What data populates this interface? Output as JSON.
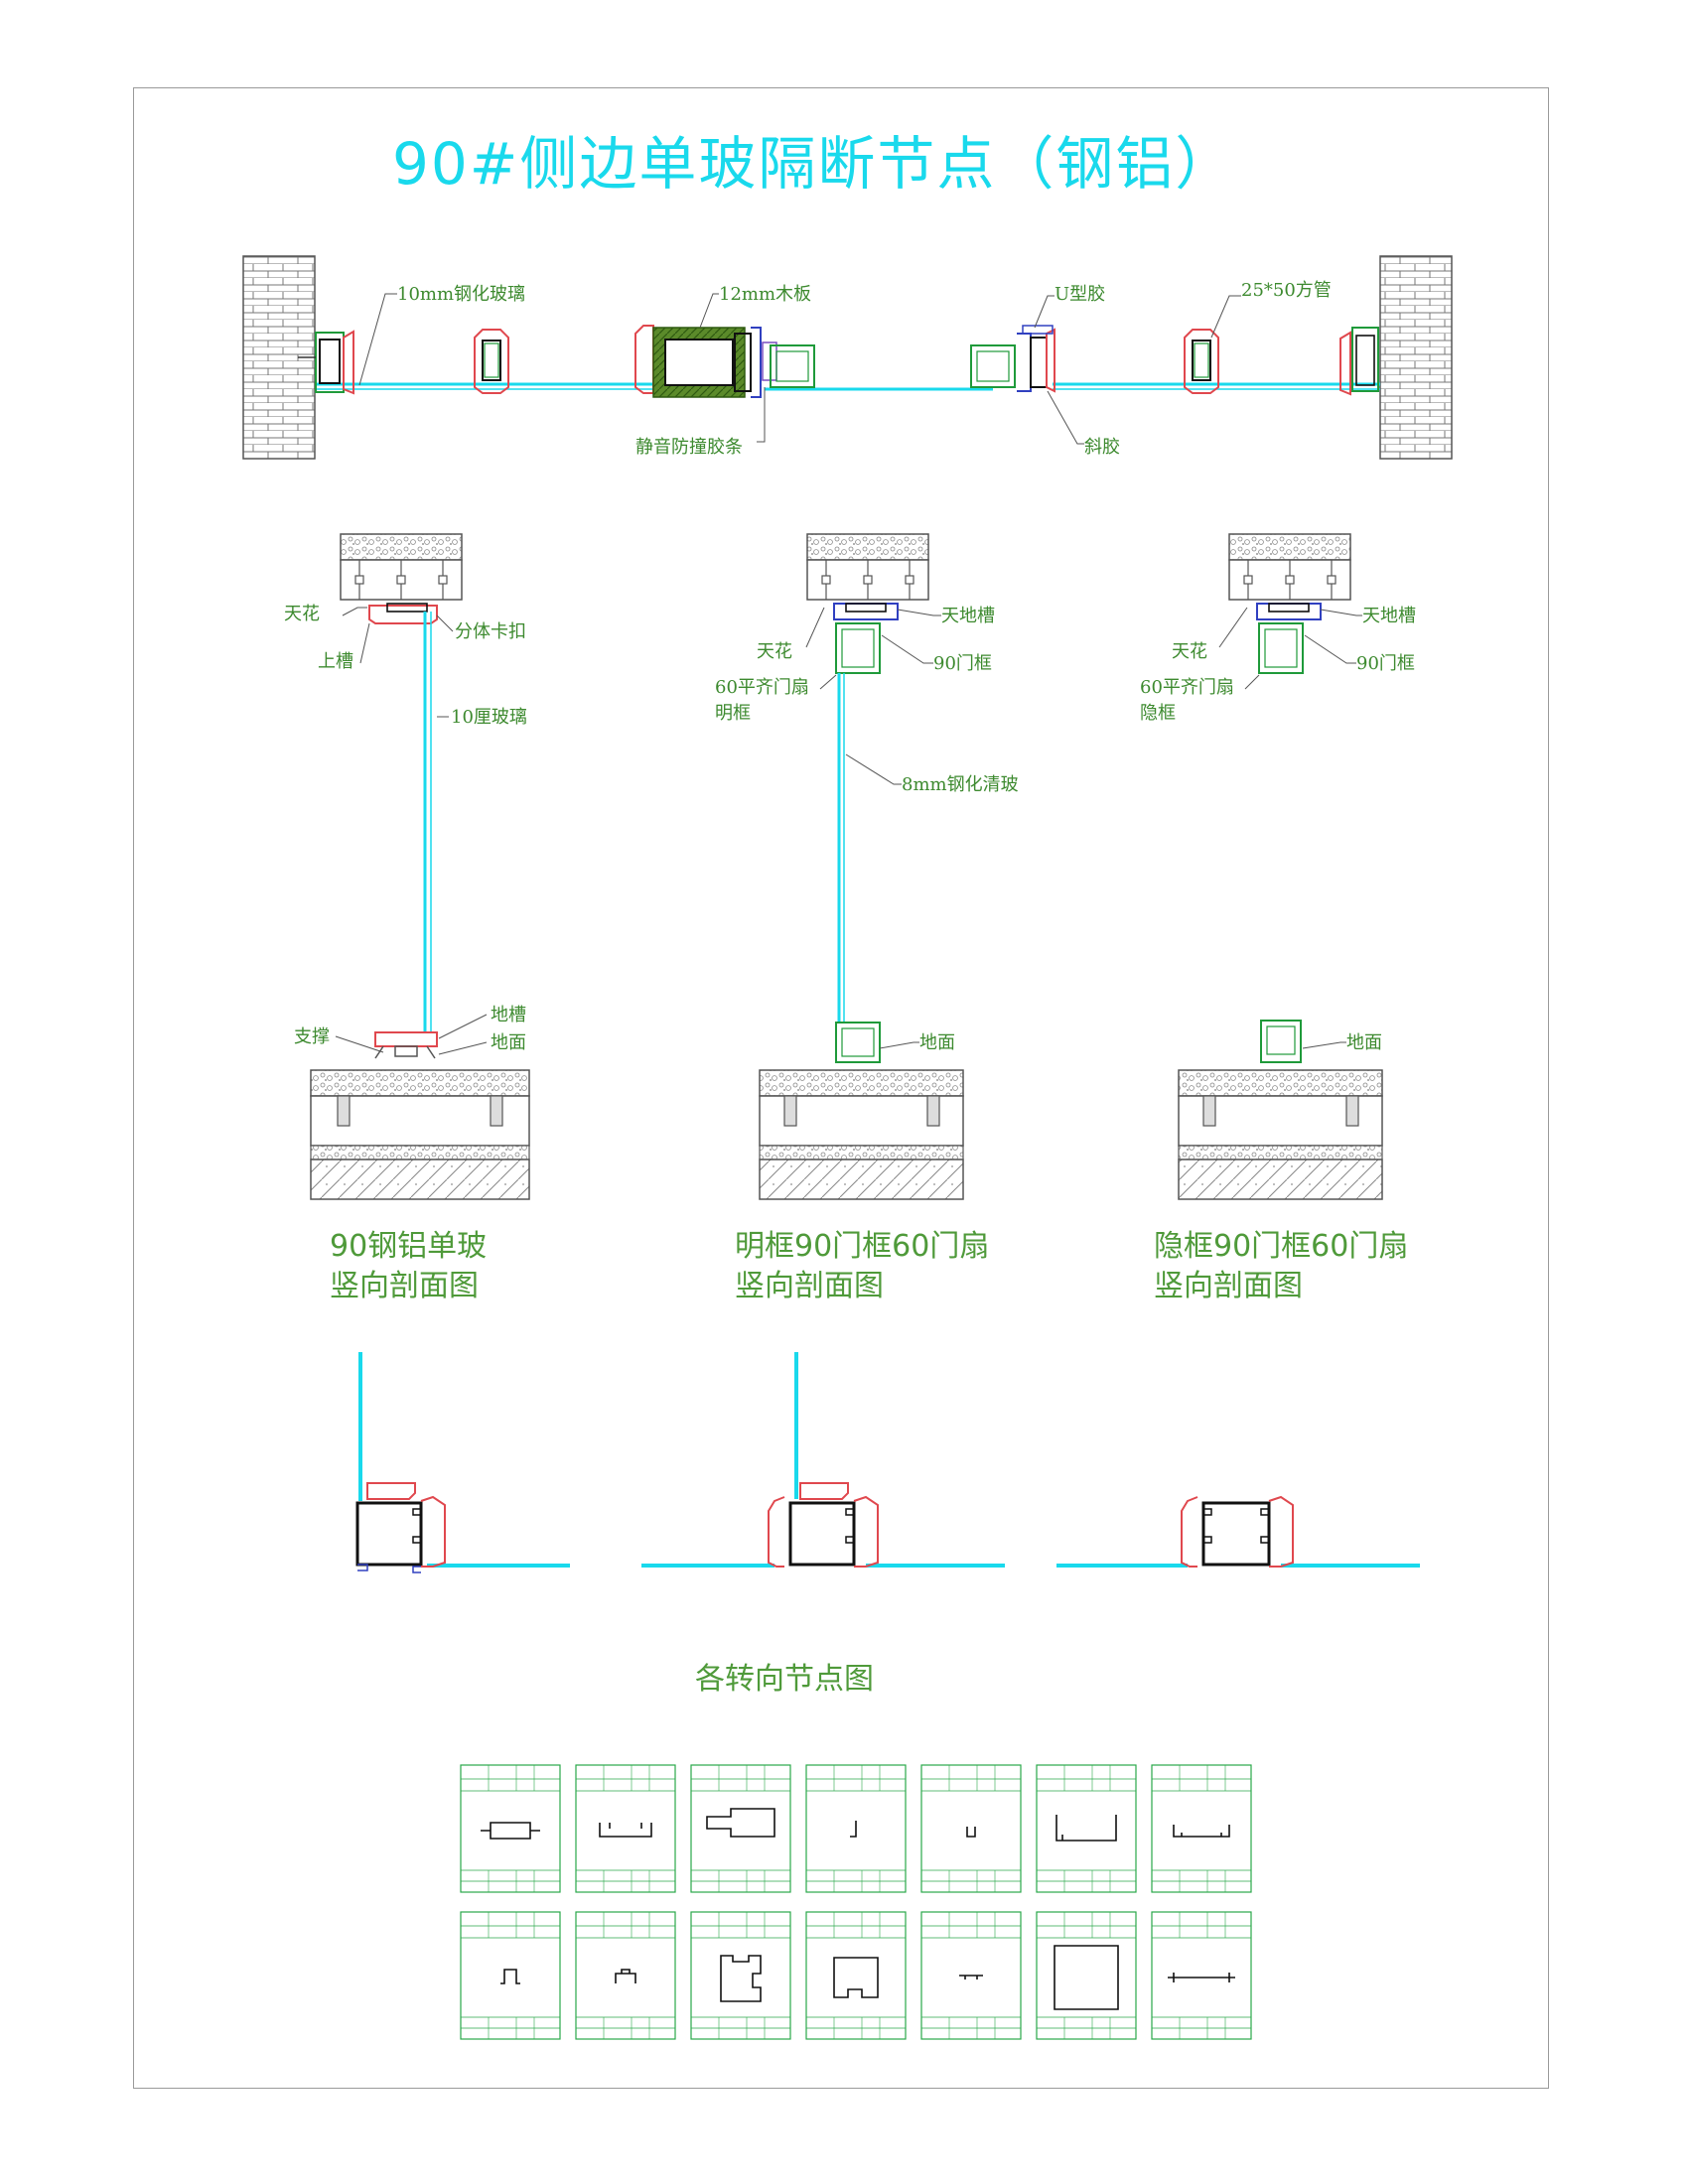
{
  "title": "90#侧边单玻隔断节点（钢铝）",
  "plan_labels": {
    "glass10": "10mm钢化玻璃",
    "board12": "12mm木板",
    "u_gasket": "U型胶",
    "tube": "25*50方管",
    "silent_strip": "静音防撞胶条",
    "bevel": "斜胶"
  },
  "section1": {
    "ceiling": "天花",
    "top_channel": "上槽",
    "split_clip": "分体卡扣",
    "glass": "10厘玻璃",
    "support": "支撑",
    "floor_channel": "地槽",
    "floor": "地面",
    "caption_line1": "90钢铝单玻",
    "caption_line2": "竖向剖面图"
  },
  "section2": {
    "track": "天地槽",
    "ceiling": "天花",
    "frame90": "90门框",
    "door_line1": "60平齐门扇",
    "door_line2": "明框",
    "glass": "8mm钢化清玻",
    "floor": "地面",
    "caption_line1": "明框90门框60门扇",
    "caption_line2": "竖向剖面图"
  },
  "section3": {
    "track": "天地槽",
    "ceiling": "天花",
    "frame90": "90门框",
    "door_line1": "60平齐门扇",
    "door_line2": "隐框",
    "floor": "地面",
    "caption_line1": "隐框90门框60门扇",
    "caption_line2": "竖向剖面图"
  },
  "corner_caption": "各转向节点图",
  "colors": {
    "title": "#19d9ec",
    "glass": "#19d9ec",
    "label": "#3d8a2f",
    "profile_red": "#e0484e",
    "profile_green": "#1f9a3a",
    "profile_blue": "#3040c0",
    "frame_border": "#9a9a9a"
  }
}
